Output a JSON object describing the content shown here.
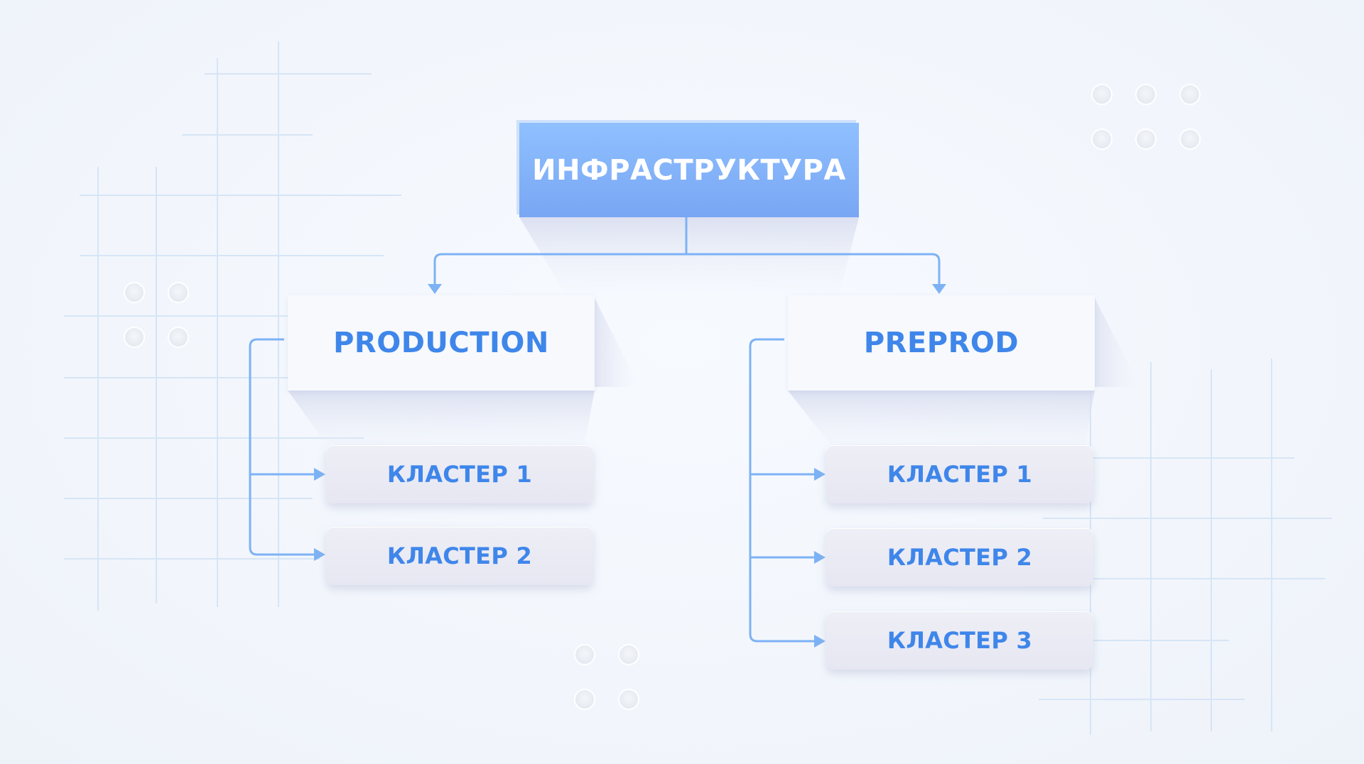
{
  "diagram": {
    "root": {
      "label": "ИНФРАСТРУКТУРА"
    },
    "environments": [
      {
        "label": "PRODUCTION",
        "clusters": [
          "КЛАСТЕР 1",
          "КЛАСТЕР 2"
        ]
      },
      {
        "label": "PREPROD",
        "clusters": [
          "КЛАСТЕР 1",
          "КЛАСТЕР 2",
          "КЛАСТЕР 3"
        ]
      }
    ]
  },
  "colors": {
    "accent_blue": "#3f86ea",
    "root_top": "#8fc0ff",
    "root_bottom": "#79a6f3",
    "connector": "#7db2f5",
    "grid_line": "#d6e5f6",
    "dot": "#e8ecf3"
  }
}
